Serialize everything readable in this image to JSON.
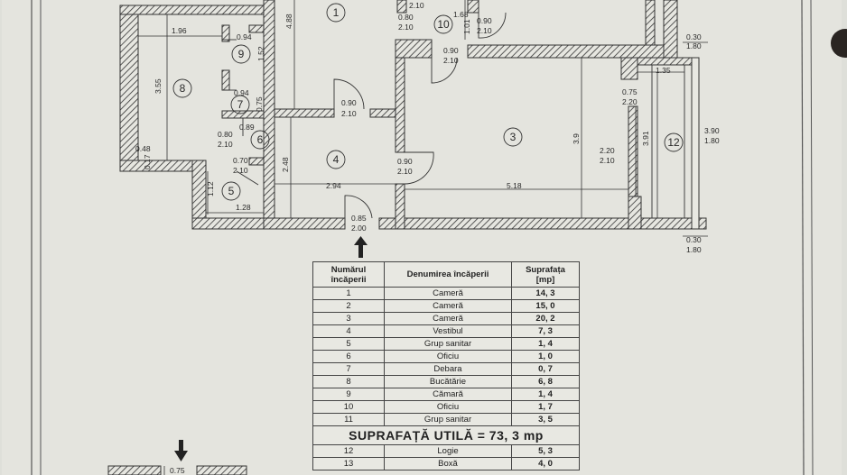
{
  "rooms": [
    {
      "n": "1",
      "name": "Cameră",
      "area": "14, 3"
    },
    {
      "n": "2",
      "name": "Cameră",
      "area": "15, 0"
    },
    {
      "n": "3",
      "name": "Cameră",
      "area": "20, 2"
    },
    {
      "n": "4",
      "name": "Vestibul",
      "area": "7, 3"
    },
    {
      "n": "5",
      "name": "Grup sanitar",
      "area": "1, 4"
    },
    {
      "n": "6",
      "name": "Oficiu",
      "area": "1, 0"
    },
    {
      "n": "7",
      "name": "Debara",
      "area": "0, 7"
    },
    {
      "n": "8",
      "name": "Bucătărie",
      "area": "6, 8"
    },
    {
      "n": "9",
      "name": "Cămară",
      "area": "1, 4"
    },
    {
      "n": "10",
      "name": "Oficiu",
      "area": "1, 7"
    },
    {
      "n": "11",
      "name": "Grup sanitar",
      "area": "3, 5"
    }
  ],
  "extra_rooms": [
    {
      "n": "12",
      "name": "Logie",
      "area": "5, 3"
    },
    {
      "n": "13",
      "name": "Boxă",
      "area": "4, 0"
    }
  ],
  "table_headers": {
    "number": "Numărul încăperii",
    "name": "Denumirea încăperii",
    "area": "Suprafața [mp]"
  },
  "total_label": "SUPRAFAȚĂ  UTILĂ = 73,  3 mp",
  "room_markers": [
    "1",
    "3",
    "4",
    "5",
    "6",
    "7",
    "8",
    "9",
    "10",
    "12"
  ],
  "dimensions": [
    "1.96",
    "0.94",
    "1.52",
    "3.55",
    "0.94",
    "0.75",
    "0.89",
    "4.88",
    "0.80",
    "2.10",
    "1.68",
    "1.01",
    "0.90",
    "2.10",
    "0.90",
    "2.10",
    "0.90",
    "2.10",
    "0.30",
    "1.80",
    "1.35",
    "0.75",
    "2.20",
    "3.9",
    "2.20",
    "2.10",
    "3.91",
    "3.90",
    "1.80",
    "0.90",
    "2.10",
    "0.80",
    "2.10",
    "0.48",
    "0.17",
    "0.70",
    "2.10",
    "2.48",
    "2.94",
    "5.18",
    "1.12",
    "1.28",
    "0.85",
    "2.00",
    "0.30",
    "1.80",
    "2.10",
    "0.75"
  ]
}
